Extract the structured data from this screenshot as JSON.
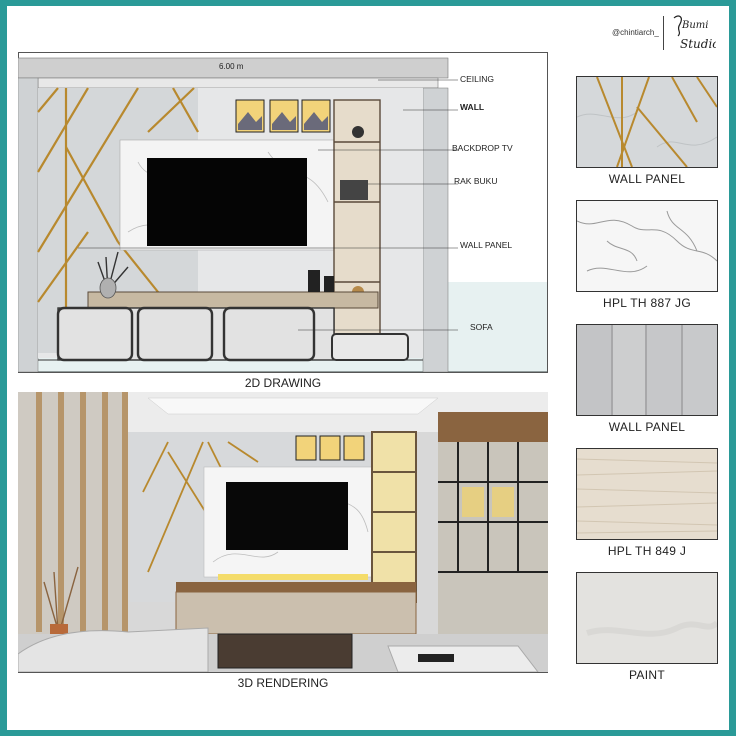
{
  "header": {
    "handle": "@chintiarch_",
    "logo_text": "Bumi Studio"
  },
  "drawing_2d": {
    "dimension": "6.00 m",
    "caption": "2D DRAWING",
    "callouts": {
      "ceiling": "CEILING",
      "wall": "WALL",
      "backdrop_tv": "BACKDROP TV",
      "rak_buku": "RAK BUKU",
      "wall_panel": "WALL PANEL",
      "sofa": "SOFA"
    }
  },
  "rendering_3d": {
    "caption": "3D RENDERING"
  },
  "materials": [
    {
      "label": "WALL PANEL"
    },
    {
      "label": "HPL TH 887 JG"
    },
    {
      "label": "WALL PANEL"
    },
    {
      "label": "HPL TH 849 J"
    },
    {
      "label": "PAINT"
    }
  ],
  "colors": {
    "frame": "#2a9a98",
    "gold": "#b8892e",
    "marble": "#d9dbdc",
    "wood": "#d8cdbd"
  }
}
